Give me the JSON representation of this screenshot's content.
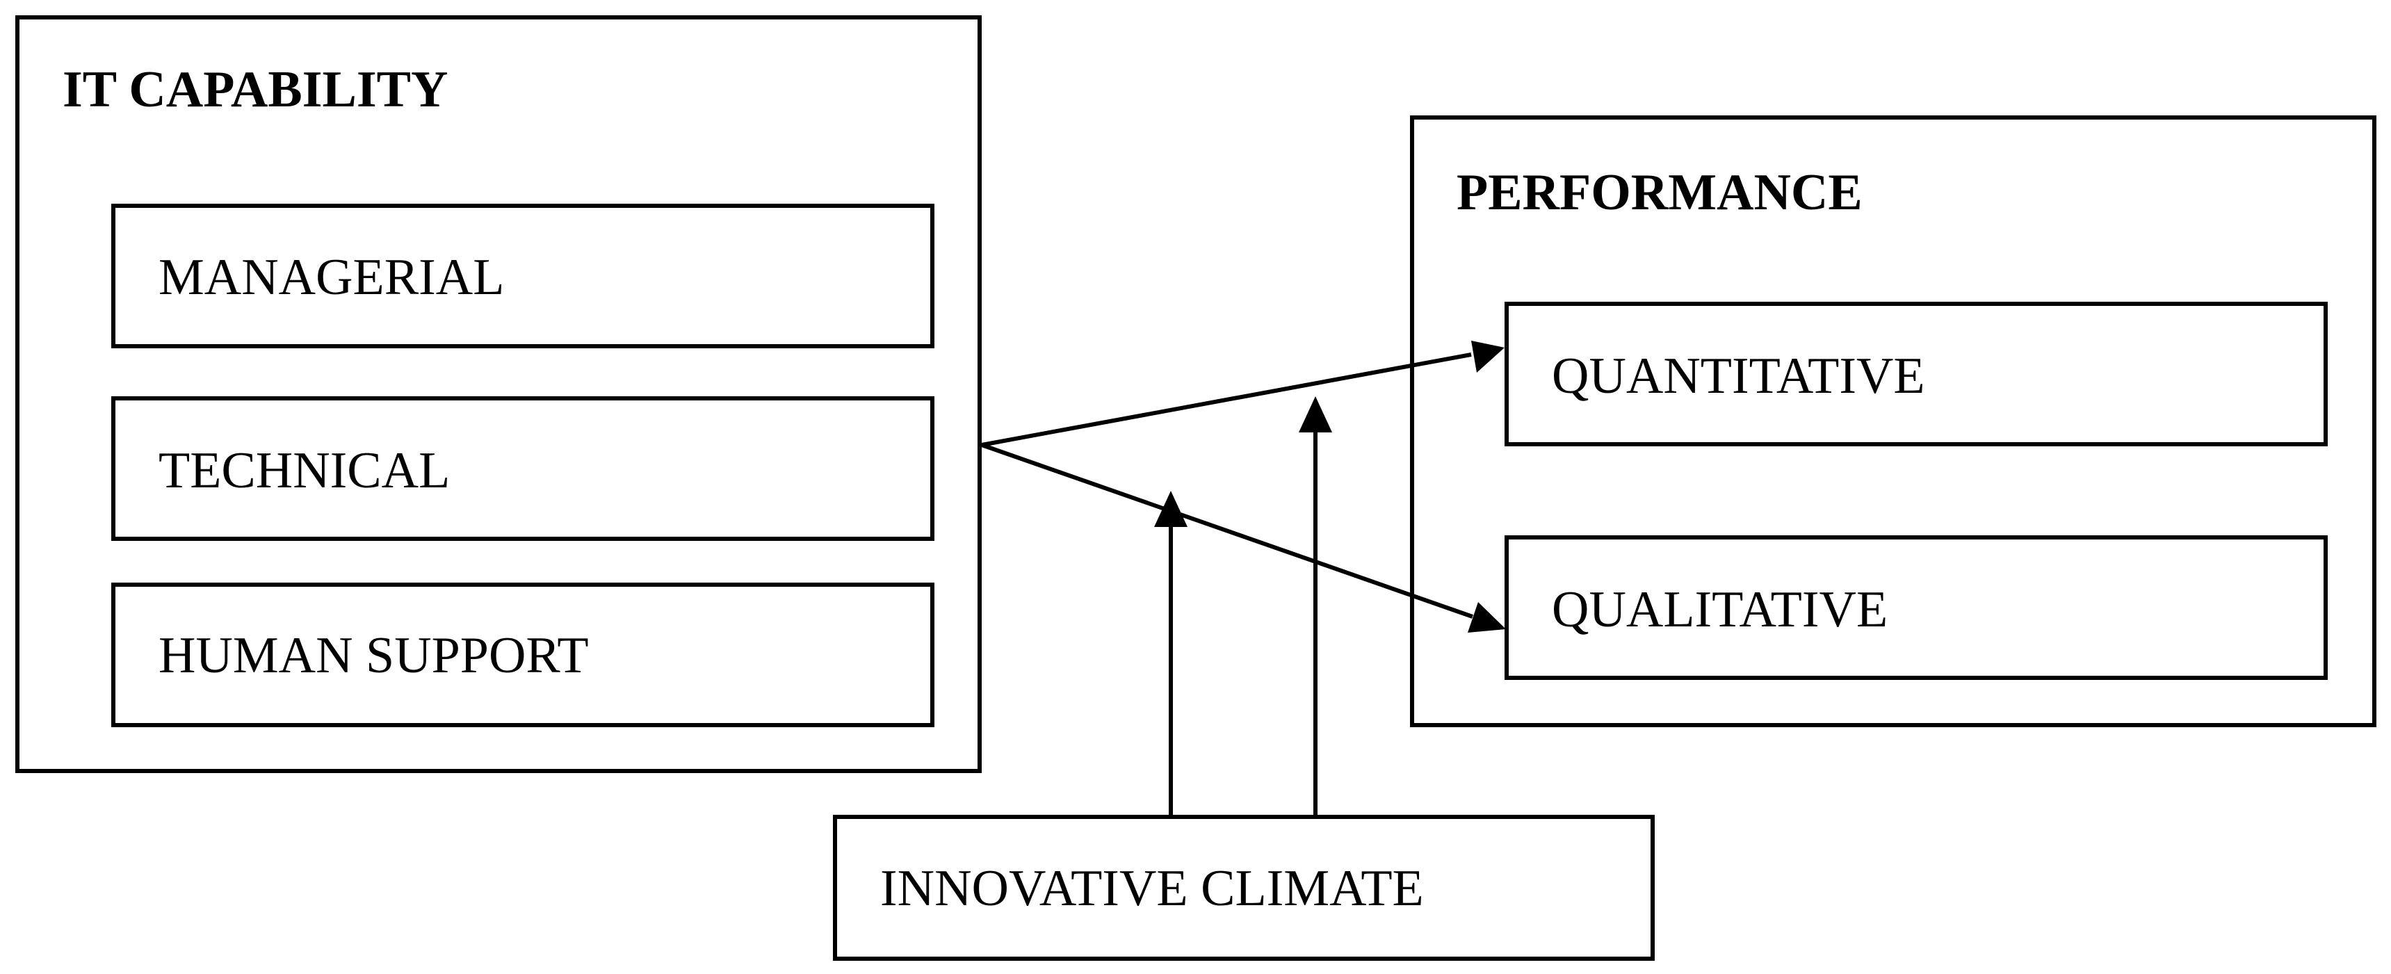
{
  "diagram": {
    "it_capability": {
      "title": "IT CAPABILITY",
      "items": [
        {
          "label": "MANAGERIAL"
        },
        {
          "label": "TECHNICAL"
        },
        {
          "label": "HUMAN SUPPORT"
        }
      ]
    },
    "performance": {
      "title": "PERFORMANCE",
      "items": [
        {
          "label": "QUANTITATIVE"
        },
        {
          "label": "QUALITATIVE"
        }
      ]
    },
    "moderator": {
      "label": "INNOVATIVE CLIMATE"
    },
    "relations": [
      {
        "from": "IT CAPABILITY",
        "to": "QUANTITATIVE"
      },
      {
        "from": "IT CAPABILITY",
        "to": "QUALITATIVE"
      },
      {
        "from": "INNOVATIVE CLIMATE",
        "to": "IT CAPABILITY → QUANTITATIVE"
      },
      {
        "from": "INNOVATIVE CLIMATE",
        "to": "IT CAPABILITY → QUALITATIVE"
      }
    ]
  }
}
